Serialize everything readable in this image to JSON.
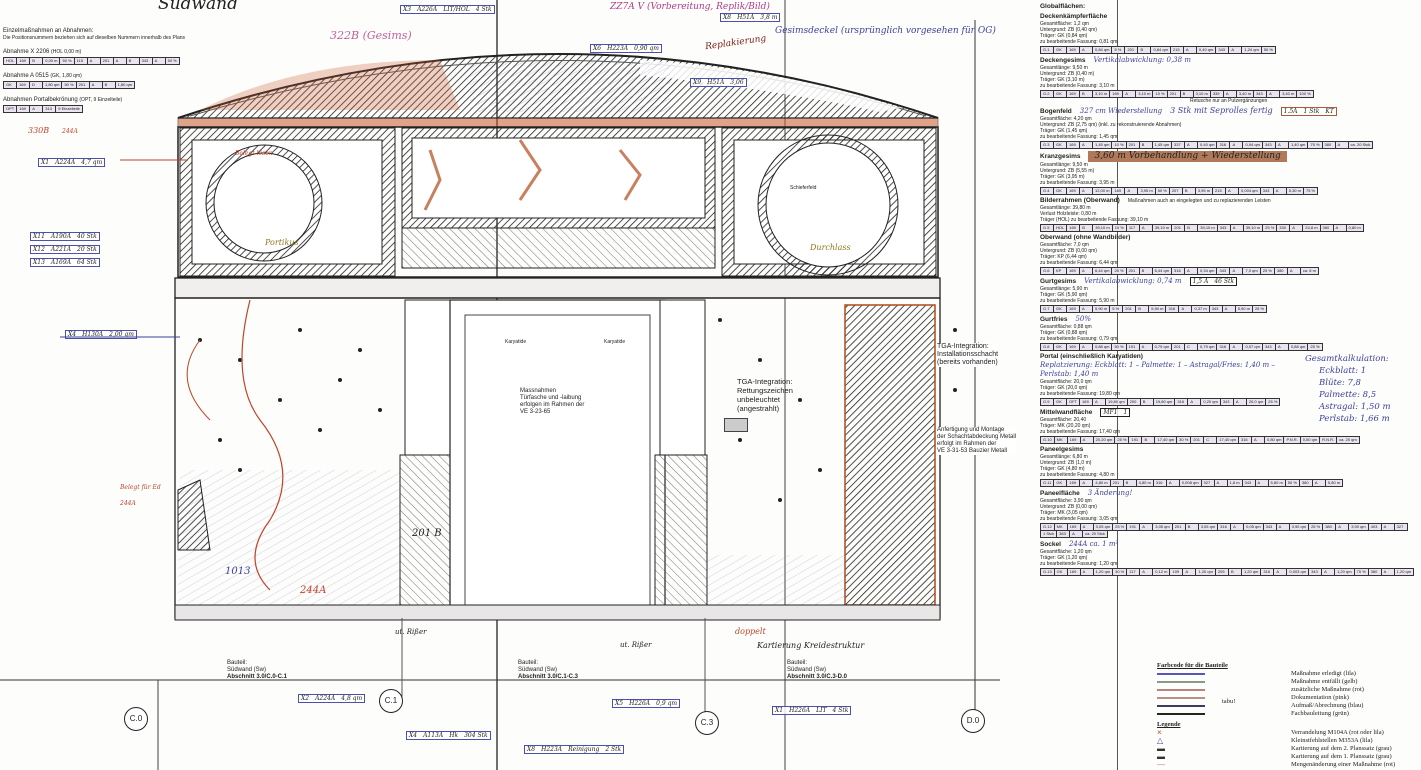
{
  "title": "Südwand",
  "left_notes": {
    "heading": "Einzelmaßnahmen an Abnahmen:",
    "subnote": "Die Positionsnummern beziehen sich auf dieselben Nummern innerhalb des Plans",
    "items": [
      {
        "label": "Abnahme X 2206",
        "detail": "(HOL 0,00 m)",
        "cells": [
          "HOL",
          "169",
          "B",
          "0,00 m",
          "50 %",
          "115",
          "A",
          "201",
          "A",
          "B",
          "343",
          "A",
          "50 %"
        ]
      },
      {
        "label": "Abnahme A 0515",
        "detail": "(GK, 1,80 qm)",
        "cells": [
          "GK",
          "169",
          "D",
          "1,80 qm",
          "50 %",
          "201",
          "A",
          "B",
          "1,80 qm"
        ]
      },
      {
        "label": "Abnahmen Portalbekrönung",
        "detail": "(OPT, 9 Einzelteile)",
        "cells": [
          "OPT",
          "169",
          "A",
          "313",
          "9 Einzelteile"
        ]
      }
    ],
    "hand_boxes": [
      [
        "X1",
        "A224A",
        "4,7 qm"
      ],
      [
        "X11",
        "A190A",
        "40 Stk"
      ],
      [
        "X12",
        "A221A",
        "20 Stk"
      ],
      [
        "X13",
        "A169A",
        "64 Stk"
      ],
      [
        "X4",
        "H130A",
        "2,00 qm"
      ]
    ],
    "hand_notes": [
      "330B",
      "Portikus",
      "244A",
      "244A",
      "Belegt für Ed",
      "Belegt lösen"
    ]
  },
  "drawing": {
    "labels": {
      "massnahmen": [
        "Massnahmen",
        "Türfasche und -laibung",
        "erfolgen im Rahmen der",
        "VE 3-23-65"
      ],
      "tga_signs": [
        "TGA-Integration:",
        "Rettungszeichen",
        "unbeleuchtet",
        "(angestrahlt)"
      ],
      "tga_shaft": [
        "TGA-Integration:",
        "Installationsschacht",
        "(bereits vorhanden)"
      ],
      "shaft_cover": [
        "Anfertigung und Montage",
        "der Schachtabdeckung Metall",
        "erfolgt im Rahmen der",
        "VE 3-31-53 Bauzier Metall"
      ],
      "karyatide_left": "Karyatide",
      "karyatide_right": "Karyatide",
      "schieferfeld": "Schieferfeld",
      "replaking": "Replakierung",
      "geninkt": "Gesimsdeckel (ursprünglich vorgesehen für OG)",
      "note_top": "ZZ7A V (Vorbereitung, Replik/Bild)",
      "note_left": "322B (Gesims)",
      "portikus": "Portikus",
      "value_201": "201 B",
      "value_1013": "1013",
      "value_244": "244A",
      "durchlass": "Durchlass",
      "hand_tags": [
        [
          "X3",
          "A226A",
          "LIT/HOL",
          "4 Stk"
        ],
        [
          "X6",
          "H223A",
          "0,90 qm"
        ],
        [
          "X8",
          "H51A",
          "3,8 m"
        ],
        [
          "X9",
          "H51A",
          "3,06"
        ]
      ]
    },
    "sections": [
      {
        "bauteil": "Bauteil:",
        "wand": "Südwand (Sw)",
        "abschnitt": "Abschnitt 3.0/C.0-C.1"
      },
      {
        "bauteil": "Bauteil:",
        "wand": "Südwand (Sw)",
        "abschnitt": "Abschnitt 3.0/C.1-C.3"
      },
      {
        "bauteil": "Bauteil:",
        "wand": "Südwand (Sw)",
        "abschnitt": "Abschnitt 3.0/C.3-D.0"
      }
    ],
    "axes": [
      "C.0",
      "C.1",
      "C.3",
      "D.0"
    ],
    "bottom_tags": [
      [
        "X2",
        "A224A",
        "4,8 qm"
      ],
      [
        "X4",
        "A113A",
        "Hk",
        "304 Stk"
      ],
      [
        "X5",
        "H226A",
        "0,9 qm"
      ],
      [
        "X8",
        "H223A",
        "Reinigung",
        "2 Stk"
      ],
      [
        "X1",
        "H226A",
        "LIT",
        "4 Stk"
      ]
    ],
    "bottom_notes": [
      "ut. Rißer",
      "Kartierung Kreidestruktur",
      "ut. Rißer",
      "doppelt"
    ]
  },
  "right_panel": {
    "heading": "Globalflächen:",
    "blocks": [
      {
        "title": "Deckenkämpferfläche",
        "lines": [
          "Gesamtfläche: 1,2 qm",
          "Untergrund: ZB (0,40 qm)",
          "Träger: GK (0,84 qm)",
          "zu bearbeitende Fassung: 0,81 qm"
        ],
        "cells": [
          "G.1",
          "GK",
          "169",
          "A",
          "0,84 qm",
          "5 %",
          "201",
          "B",
          "0,84 qm",
          "215",
          "A",
          "0,40 qm",
          "343",
          "A",
          "1,24 qm",
          "50 %"
        ]
      },
      {
        "title": "Deckengesims",
        "lines": [
          "Gesamtlänge: 9,50 m",
          "Untergrund: ZB (0,40 m)",
          "Träger: GK (3,10 m)",
          "zu bearbeitende Fassung: 3,10 m"
        ],
        "cells": [
          "G.2",
          "GK",
          "169",
          "B",
          "3,10 m",
          "169",
          "A",
          "3,10 m",
          "10 %",
          "201",
          "B",
          "3,10 m",
          "339",
          "A",
          "3,40 m",
          "343",
          "A",
          "3,40 m",
          "100 %"
        ],
        "note": "Retusche nur an Putzergänzungen",
        "hand": "Vertikalabwicklung: 0,38 m"
      },
      {
        "title": "Bogenfeld",
        "lines": [
          "Gesamtfläche: 4,20 qm",
          "Untergrund: ZB (2,75 qm) (inkl. zu rekonstruierende Abnahmen)",
          "Träger: GK (1,45 qm)",
          "zu bearbeitende Fassung: 1,45 qm"
        ],
        "cells": [
          "G.3",
          "GK",
          "169",
          "A",
          "1,45 qm",
          "10 %",
          "201",
          "B",
          "1,45 qm",
          "337",
          "A",
          "0,40 qm",
          "316",
          "A",
          "0,94 qm",
          "343",
          "A",
          "1,40 qm",
          "75 %",
          "380",
          "A",
          "ca. 20 Stck"
        ],
        "hand": "327 cm Wiederstellung",
        "hand2": "3 Stk mit Seprolles fertig",
        "tag": [
          "1.5A",
          "1 Stk",
          "KT"
        ]
      },
      {
        "title": "Kranzgesims",
        "lines": [
          "Gesamtlänge: 9,50 m",
          "Untergrund: ZB (5,55 m)",
          "Träger: GK (3,95 m)",
          "zu bearbeitende Fassung: 3,95 m"
        ],
        "cells": [
          "G.4",
          "GK",
          "169",
          "A",
          "12,00 m",
          "169",
          "A",
          "3,95 m",
          "50 %",
          "207",
          "B",
          "3,95 m",
          "215",
          "A",
          "0,004 qm",
          "343",
          "A",
          "5,30 m",
          "75 %"
        ],
        "hand": "3,60 m Vorbehandlung + Wiederstellung"
      },
      {
        "title": "Bilderrahmen (Oberwand)",
        "title_note": "Maßnahmen auch an eingelegten und zu replazierenden Leisten",
        "lines": [
          "Gesamtlänge: 39,80 m",
          "Verlust Holzleiste: 0,80 m",
          "Träger (HOL) zu bearbeitende Fassung: 39,10 m"
        ],
        "cells": [
          "G.5",
          "HOL",
          "169",
          "B",
          "39,10 m",
          "10 %",
          "117",
          "A",
          "39,10 m",
          "201",
          "B",
          "39,10 m",
          "343",
          "A",
          "39,10 m",
          "25 %",
          "330",
          "A",
          "24,8 m",
          "380",
          "A",
          "0,80 m"
        ]
      },
      {
        "title": "Oberwand (ohne Wandbilder)",
        "lines": [
          "Gesamtfläche: 7,0 qm",
          "Untergrund: ZB (0,00 qm)",
          "Träger: KP (6,44 qm)",
          "zu bearbeitende Fassung: 6,44 qm"
        ],
        "cells": [
          "G.6",
          "KP",
          "169",
          "A",
          "6,44 qm",
          "25 %",
          "201",
          "B",
          "6,44 qm",
          "316",
          "A",
          "0,34 qm",
          "343",
          "A",
          "7,0 qm",
          "25 %",
          "380",
          "A",
          "ca. 8 m"
        ]
      },
      {
        "title": "Gurtgesims",
        "lines": [
          "Gesamtlänge: 5,90 m",
          "Träger: GK (5,90 qm)",
          "zu bearbeitende Fassung: 5,90 m"
        ],
        "cells": [
          "G.7",
          "GK",
          "169",
          "A",
          "5,90 m",
          "5 %",
          "201",
          "B",
          "5,90 m",
          "316",
          "A",
          "0,37 m",
          "343",
          "A",
          "5,90 m",
          "25 %"
        ],
        "hand": "Vertikalabwicklung: 0,74 m",
        "tag": [
          "1,5 A",
          "46 Stk"
        ]
      },
      {
        "title": "Gurtfries",
        "lines": [
          "Gesamtfläche: 0,88 qm",
          "Träger: GK (0,88 qm)",
          "zu bearbeitende Fassung: 0,79 qm"
        ],
        "cells": [
          "G.8",
          "GK",
          "169",
          "A",
          "0,88 qm",
          "50 %",
          "191",
          "A",
          "0,79 qm",
          "201",
          "C",
          "0,79 qm",
          "316",
          "A",
          "0,07 qm",
          "343",
          "A",
          "0,88 qm",
          "25 %"
        ],
        "hand": "50%"
      },
      {
        "title": "Portal (einschließlich Karyatiden)",
        "lines": [
          "Gesamtfläche: 20,0 qm",
          "Träger: GK (20,0 qm)",
          "zu bearbeitende Fassung: 19,80 qm"
        ],
        "cells": [
          "G.9",
          "GK",
          "OFT",
          "169",
          "A",
          "19,80 qm",
          "200",
          "B",
          "19,80 qm",
          "316",
          "A",
          "0,20 qm",
          "343",
          "A",
          "20,0 qm",
          "25 %"
        ],
        "hand": "Replatzierung: Eckblatt: 1 – Palmette: 1 – Astragal/Fries: 1,40 m – Perlstab: 1,40 m"
      },
      {
        "title": "Mittelwandfläche",
        "lines": [
          "Gesamtfläche: 20,40",
          "Träger: MK (20,20 qm)",
          "zu bearbeitende Fassung: 17,40 qm"
        ],
        "cells": [
          "G.10",
          "MK",
          "169",
          "A",
          "20,20 qm",
          "25 %",
          "191",
          "B",
          "17,40 qm",
          "30 %",
          "201",
          "C",
          "17,40 qm",
          "316",
          "A",
          "0,80 qm",
          "P.N.R.",
          "0,50 qm",
          "R.N.R.",
          "ca. 20 qm"
        ],
        "tag": [
          "MF1",
          "1"
        ]
      },
      {
        "title": "Paneelgesims",
        "lines": [
          "Gesamtlänge: 6,80 m",
          "Untergrund: ZB (1,0 m)",
          "Träger: GK (4,80 m)",
          "zu bearbeitende Fassung: 4,80 m"
        ],
        "cells": [
          "G.11",
          "GK",
          "169",
          "A",
          "4,80 m",
          "201",
          "B",
          "4,80 m",
          "316",
          "A",
          "0,008 qm",
          "327",
          "A",
          "1,8 m",
          "343",
          "A",
          "5,80 m",
          "50 %",
          "380",
          "A",
          "5,80 m"
        ]
      },
      {
        "title": "Paneelfläche",
        "lines": [
          "Gesamtfläche: 3,90 qm",
          "Untergrund: ZB (0,00 qm)",
          "Träger: MK (3,05 qm)",
          "zu bearbeitende Fassung: 3,05 qm"
        ],
        "cells": [
          "G.12",
          "MK",
          "169",
          "A",
          "3,05 qm",
          "25 %",
          "191",
          "A",
          "3,05 qm",
          "201",
          "B",
          "3,05 qm",
          "316",
          "A",
          "0,05 qm",
          "343",
          "A",
          "3,90 qm",
          "25 %",
          "380",
          "A",
          "3,90 qm",
          "403",
          "A",
          "327",
          "1 Stck",
          "383",
          "A",
          "ca. 20 Stck"
        ],
        "hand": "3 Änderung!"
      },
      {
        "title": "Sockel",
        "lines": [
          "Gesamtfläche: 1,20 qm",
          "Träger: GK (1,20 qm)",
          "zu bearbeitende Fassung: 1,20 qm"
        ],
        "cells": [
          "G.13",
          "GK",
          "169",
          "A",
          "1,20 qm",
          "30 %",
          "117",
          "A",
          "0,12 m",
          "109",
          "A",
          "1,20 qm",
          "205",
          "B",
          "1,20 qm",
          "316",
          "A",
          "0,003 qm",
          "343",
          "A",
          "1,20 qm",
          "75 %",
          "380",
          "A",
          "1,20 qm"
        ],
        "hand": "244A ca. 1 m²"
      }
    ],
    "side_note": {
      "title": "Gesamtkalkulation:",
      "items": [
        "Eckblatt: 1",
        "Blüte: 7,8",
        "Palmette: 8,5",
        "Astragal: 1,50 m",
        "Perlstab: 1,66 m"
      ]
    }
  },
  "legend": {
    "color_title": "Farbcode für die Bauteile",
    "colors": [
      {
        "label": "Maßnahme erledigt (lila)",
        "color": "#5a55b8"
      },
      {
        "label": "Maßnahme entfällt (gelb)",
        "color": "#8a9a88"
      },
      {
        "label": "zusätzliche Maßnahme (rot)",
        "color": "#b9857a"
      },
      {
        "label": "Dokumentation (pink)",
        "color": "#b98f8a"
      },
      {
        "label": "Aufmaß/Abrechnung (blau)",
        "color": "#3a3e5a"
      },
      {
        "label": "Fachbauleitung (grün)",
        "color": "#1d2a1d"
      }
    ],
    "brace_label": "tabu!",
    "legend_title": "Legende",
    "symbols": [
      {
        "glyph": "×",
        "label": "Verrandelung M104A (rot oder lila)",
        "color": "#c0432a"
      },
      {
        "glyph": "△",
        "label": "Kleinstfehlstellen M353A (lila)",
        "color": "#3b3fa0"
      },
      {
        "glyph": "▬",
        "label": "Kartierung auf dem 2. Planssatz (grau)",
        "color": "#333"
      },
      {
        "glyph": "▬",
        "label": "Kartierung auf dem 1. Planssatz (grau)",
        "color": "#333"
      },
      {
        "glyph": "—",
        "label": "Mengenänderung einer Maßnahme (rot)",
        "color": "#b9857a"
      }
    ]
  }
}
